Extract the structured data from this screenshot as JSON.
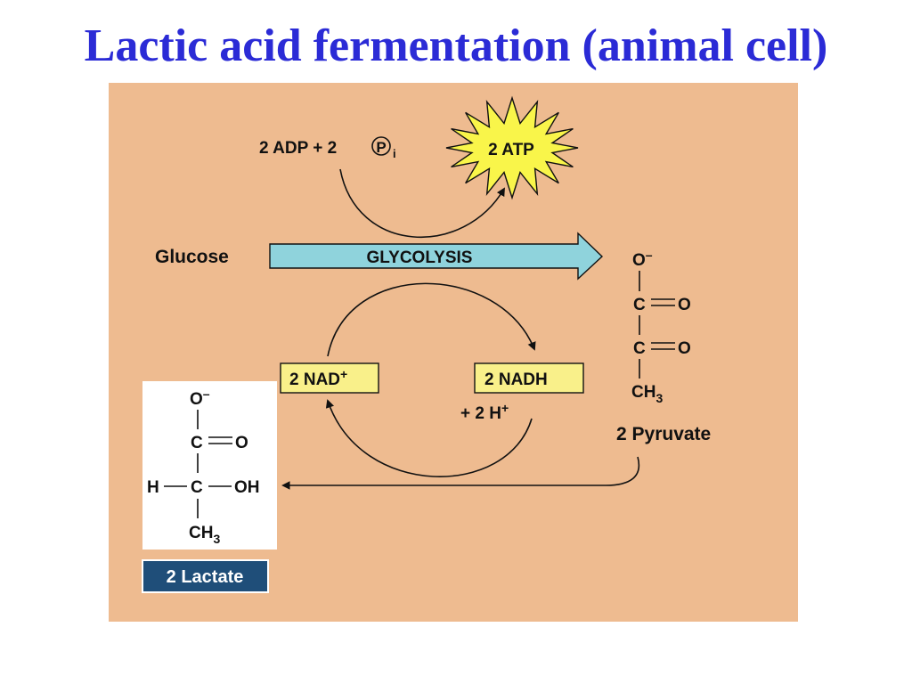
{
  "title": "Lactic acid fermentation (animal cell)",
  "colors": {
    "title": "#2b2bd6",
    "panel_bg": "#eebb90",
    "arrow_fill": "#8fd3dc",
    "box_fill": "#f9f08a",
    "starburst_fill": "#f9f54a",
    "lactate_label_bg": "#1f4e79",
    "lactate_label_text": "#ffffff",
    "ink": "#111111"
  },
  "inputs": {
    "adp_text": "2 ADP + 2 ",
    "pi_circle": "P",
    "pi_sub": "i"
  },
  "atp": {
    "label": "2 ATP"
  },
  "glucose": {
    "label": "Glucose"
  },
  "glycolysis": {
    "label": "GLYCOLYSIS"
  },
  "nad": {
    "main": "2 NAD",
    "sup": "+"
  },
  "nadh": {
    "label": "2 NADH"
  },
  "hydrogen": {
    "main": "+ 2 H",
    "sup": "+"
  },
  "pyruvate": {
    "o_minus": "O",
    "minus": "–",
    "carbon": "C",
    "oxygen": "O",
    "ch3_main": "CH",
    "ch3_sub": "3",
    "label": "2 Pyruvate"
  },
  "lactate": {
    "o_minus": "O",
    "minus": "–",
    "carbon": "C",
    "oxygen": "O",
    "h": "H",
    "oh": "OH",
    "ch3_main": "CH",
    "ch3_sub": "3",
    "label": "2 Lactate"
  }
}
